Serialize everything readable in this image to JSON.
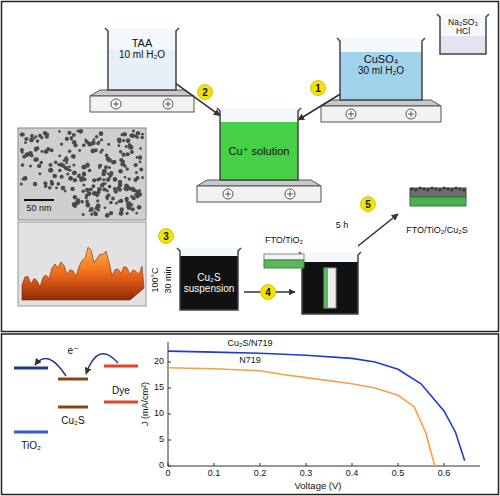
{
  "diagram": {
    "nodes": [
      {
        "text": [
          "TAA",
          "10 ml H₂O"
        ]
      },
      {
        "text": [
          "Cu⁺ solution"
        ]
      },
      {
        "text": [
          "CuSO₄",
          "30 ml H₂O"
        ]
      },
      {
        "text": [
          "Na₂SO₃",
          "HCl"
        ]
      },
      {
        "text": [
          "Cu₂S suspension"
        ]
      },
      {
        "text": [
          "FTO/TiO₂"
        ]
      },
      {
        "text": [
          "FTO/TiO₂/Cu₂S"
        ]
      }
    ],
    "edges": [
      {
        "from": 2,
        "to": 1,
        "arrow": "to"
      },
      {
        "from": 0,
        "to": 1,
        "arrow": "to"
      }
    ],
    "labels": [
      "1",
      "2",
      "3",
      "4",
      "5",
      "50 nm",
      "100°C",
      "30 min",
      "5 h",
      "e⁻",
      "Dye",
      "Cu₂S",
      "TiO₂",
      "J (mA/cm²)",
      "Voltage (V)",
      "0",
      "5",
      "10",
      "15",
      "20",
      "0",
      "0.1",
      "0.2",
      "0.3",
      "0.4",
      "0.5",
      "0.6",
      "Cu₂S/N719",
      "N719"
    ]
  }
}
